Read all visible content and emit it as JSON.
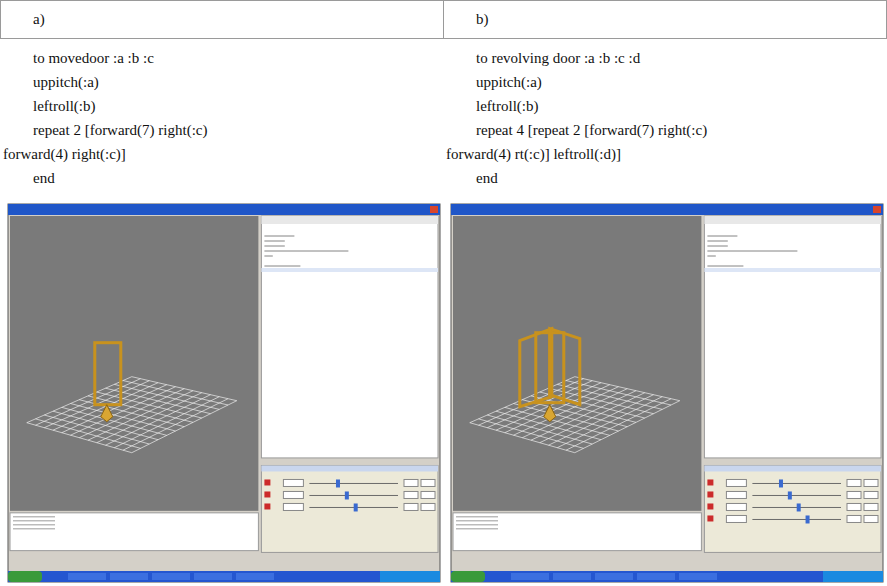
{
  "diagram": {
    "labels": [
      "a)",
      "b)",
      "to movedoor :a :b :c",
      "uppitch(:a)",
      "leftroll(:b)",
      "repeat 2 [forward(7) right(:c)",
      "forward(4) right(:c)]",
      "end",
      "to revolving door :a :b :c :d",
      "uppitch(:a)",
      "leftroll(:b)",
      "repeat 4 [repeat 2 [forward(7) right(:c)",
      "forward(4) rt(:c)] leftroll(:d)]",
      "end"
    ]
  }
}
